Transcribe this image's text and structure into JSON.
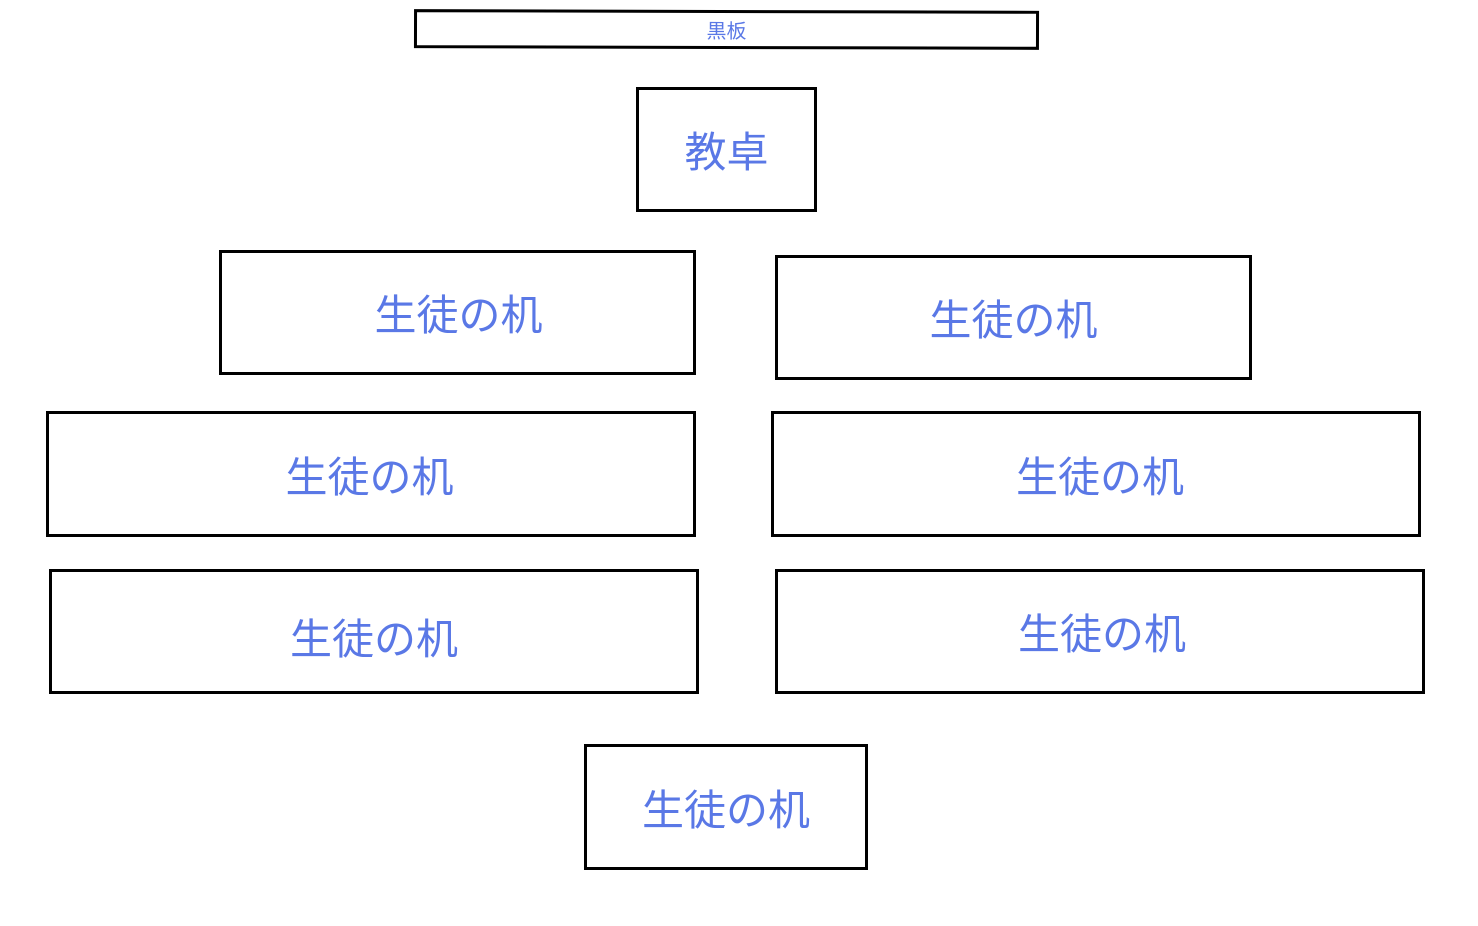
{
  "classroom": {
    "blackboard_label": "黒板",
    "teacher_desk_label": "教卓",
    "student_desks": [
      {
        "label": "生徒の机"
      },
      {
        "label": "生徒の机"
      },
      {
        "label": "生徒の机"
      },
      {
        "label": "生徒の机"
      },
      {
        "label": "生徒の机"
      },
      {
        "label": "生徒の机"
      },
      {
        "label": "生徒の机"
      }
    ]
  },
  "colors": {
    "label_text": "#5a78e6",
    "box_border": "#000000",
    "background": "#ffffff"
  }
}
